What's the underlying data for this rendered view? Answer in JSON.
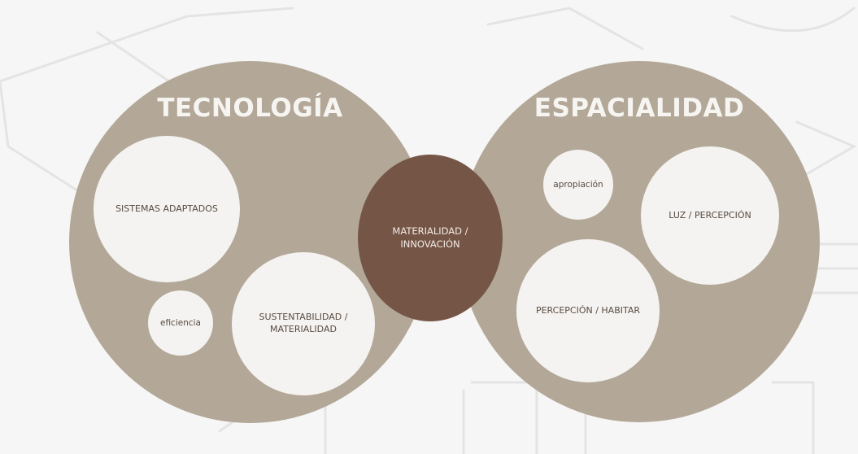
{
  "colors": {
    "background": "#f6f6f6",
    "large_circle": "#b3a898",
    "small_circle": "#f4f3f1",
    "center_circle": "#755546",
    "dark_text": "#5a4b42",
    "light_text": "#f7f5f2"
  },
  "left_group": {
    "title": "TECNOLOGÍA",
    "items": {
      "sistemas": "SISTEMAS ADAPTADOS",
      "eficiencia": "eficiencia",
      "sustentabilidad": "SUSTENTABILIDAD /\nMATERIALIDAD"
    }
  },
  "right_group": {
    "title": "ESPACIALIDAD",
    "items": {
      "apropiacion": "apropiación",
      "luz": "LUZ / PERCEPCIÓN",
      "percepcion": "PERCEPCIÓN / HABITAR"
    }
  },
  "center": {
    "label": "MATERIALIDAD /\nINNOVACIÓN"
  }
}
